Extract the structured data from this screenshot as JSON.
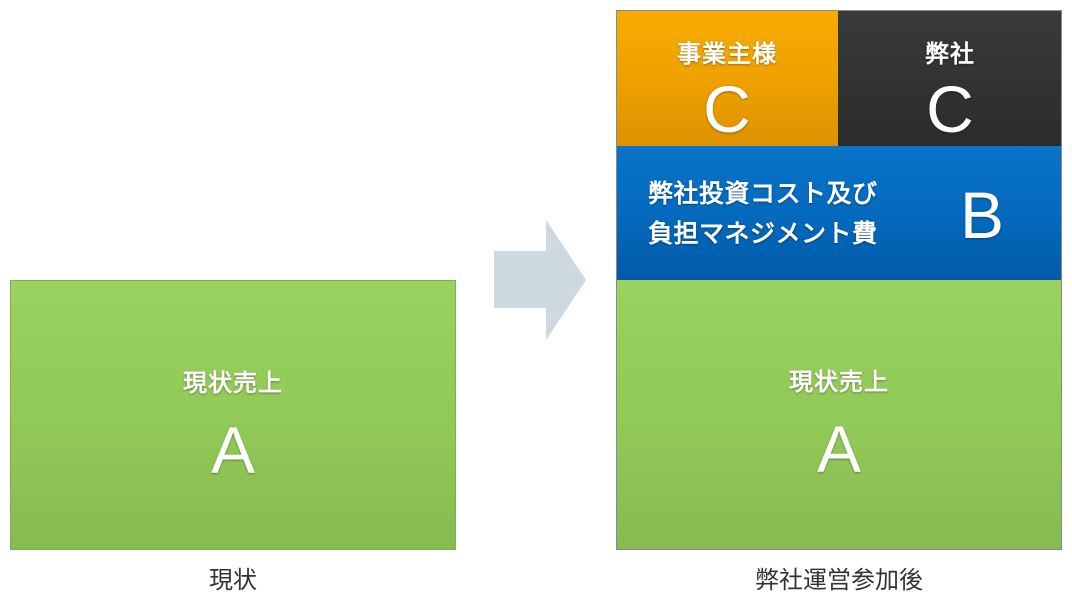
{
  "before": {
    "box_label": "現状売上",
    "box_letter": "A",
    "caption": "現状"
  },
  "after": {
    "top_left": {
      "label": "事業主様",
      "letter": "C",
      "color": "#f0a300"
    },
    "top_right": {
      "label": "弊社",
      "letter": "C",
      "color": "#2f2f2f"
    },
    "middle": {
      "line1": "弊社投資コスト及び",
      "line2": "負担マネジメント費",
      "letter": "B",
      "color": "#0369bd"
    },
    "bottom": {
      "label": "現状売上",
      "letter": "A",
      "color": "#92ca58"
    },
    "caption": "弊社運営参加後"
  },
  "arrow": {
    "icon": "right-arrow-icon",
    "color": "#cdd9e1"
  }
}
